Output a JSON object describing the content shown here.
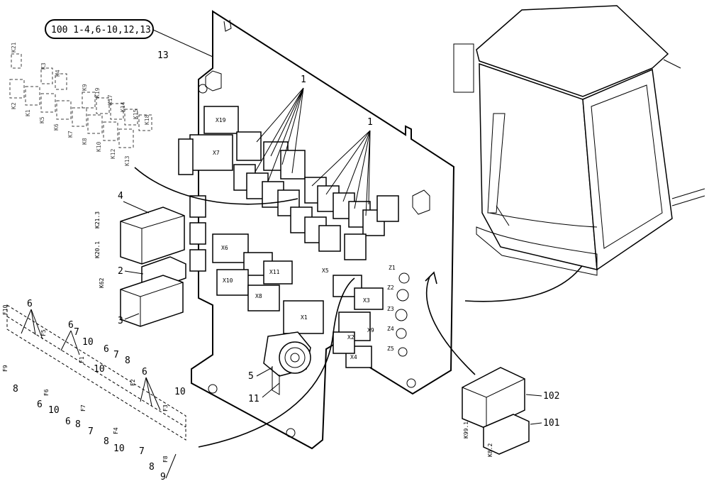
{
  "header_ref": "100 1-4,6-10,12,13",
  "callouts": {
    "c13": "13",
    "c1a": "1",
    "c1b": "1",
    "c4": "4",
    "c2": "2",
    "c3": "3",
    "c5": "5",
    "c11": "11",
    "c102": "102",
    "c101": "101",
    "c9": "9",
    "c6": [
      "6",
      "6",
      "6",
      "6",
      "6",
      "6"
    ],
    "c7": [
      "7",
      "7",
      "7",
      "7"
    ],
    "c8": [
      "8",
      "8",
      "8",
      "8",
      "8"
    ],
    "c10": [
      "10",
      "10",
      "10",
      "10",
      "10"
    ]
  },
  "relay_codes": {
    "r21_3": "K21.3",
    "r20_1": "K20.1",
    "r62": "K62",
    "r99_1": "K99.1",
    "r8_2": "K8.2"
  },
  "side_key_labels": {
    "top": [
      "K21",
      "K3",
      "K4"
    ],
    "mid": [
      "K9",
      "K19",
      "K17",
      "K14",
      "K15",
      "K18"
    ],
    "row": [
      "K2",
      "K1",
      "K5",
      "K6",
      "K7",
      "K8",
      "K10",
      "K12",
      "K13"
    ]
  },
  "board_labels": {
    "x": [
      "X19",
      "X7",
      "X6",
      "X8",
      "X10",
      "X11",
      "X5",
      "X4",
      "X3",
      "X2",
      "X1",
      "X9"
    ],
    "z": [
      "Z1",
      "Z2",
      "Z3",
      "Z4",
      "Z5"
    ]
  },
  "fuse_labels": [
    "F10",
    "F5",
    "F6",
    "F7",
    "F1",
    "F2",
    "F3",
    "F4",
    "F8",
    "F9"
  ]
}
